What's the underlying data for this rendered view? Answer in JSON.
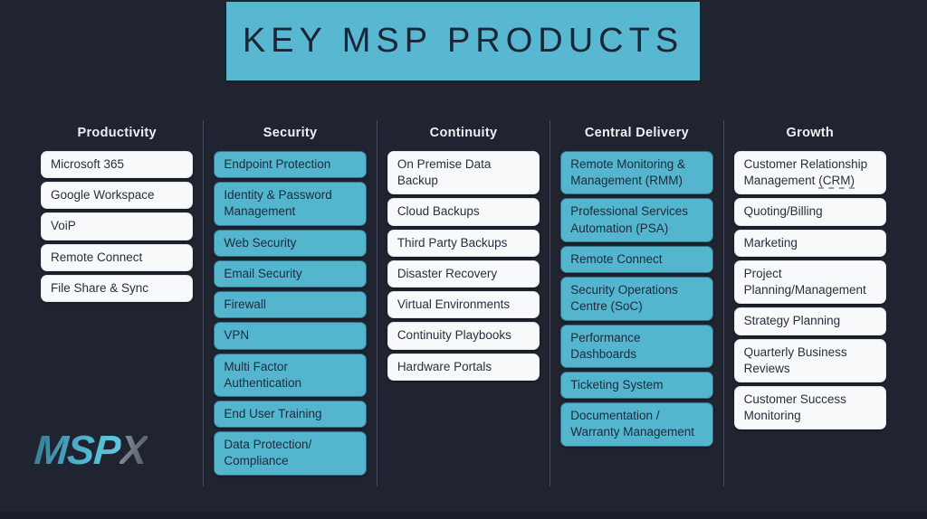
{
  "title": "KEY MSP PRODUCTS",
  "logo": {
    "msp": "MSP",
    "x": "X"
  },
  "colors": {
    "background": "#1f2430",
    "banner": "#58b8d2",
    "teal_box": "#54b5cf",
    "light_box": "#f7f9fa",
    "dark_text": "#222c3c",
    "header_text": "#eef1f4",
    "divider": "#434b59"
  },
  "columns": [
    {
      "header": "Productivity",
      "style": "light",
      "items": [
        "Microsoft 365",
        "Google Workspace",
        "VoiP",
        "Remote Connect",
        "File Share & Sync"
      ]
    },
    {
      "header": "Security",
      "style": "teal",
      "items": [
        "Endpoint Protection",
        "Identity & Password Management",
        "Web Security",
        "Email Security",
        "Firewall",
        "VPN",
        "Multi Factor Authentication",
        "End User Training",
        "Data Protection/ Compliance"
      ]
    },
    {
      "header": "Continuity",
      "style": "light",
      "items": [
        "On Premise Data Backup",
        "Cloud Backups",
        "Third Party Backups",
        "Disaster Recovery",
        "Virtual Environments",
        "Continuity Playbooks",
        "Hardware Portals"
      ]
    },
    {
      "header": "Central Delivery",
      "style": "teal",
      "items": [
        "Remote Monitoring & Management (RMM)",
        "Professional Services Automation (PSA)",
        "Remote Connect",
        "Security Operations Centre (SoC)",
        "Performance Dashboards",
        "Ticketing System",
        "Documentation / Warranty Management"
      ]
    },
    {
      "header": "Growth",
      "style": "light",
      "items": [
        {
          "text": "Customer Relationship Management",
          "suffix": "(CRM)"
        },
        "Quoting/Billing",
        "Marketing",
        "Project Planning/Management",
        "Strategy Planning",
        "Quarterly Business Reviews",
        "Customer Success Monitoring"
      ]
    }
  ]
}
